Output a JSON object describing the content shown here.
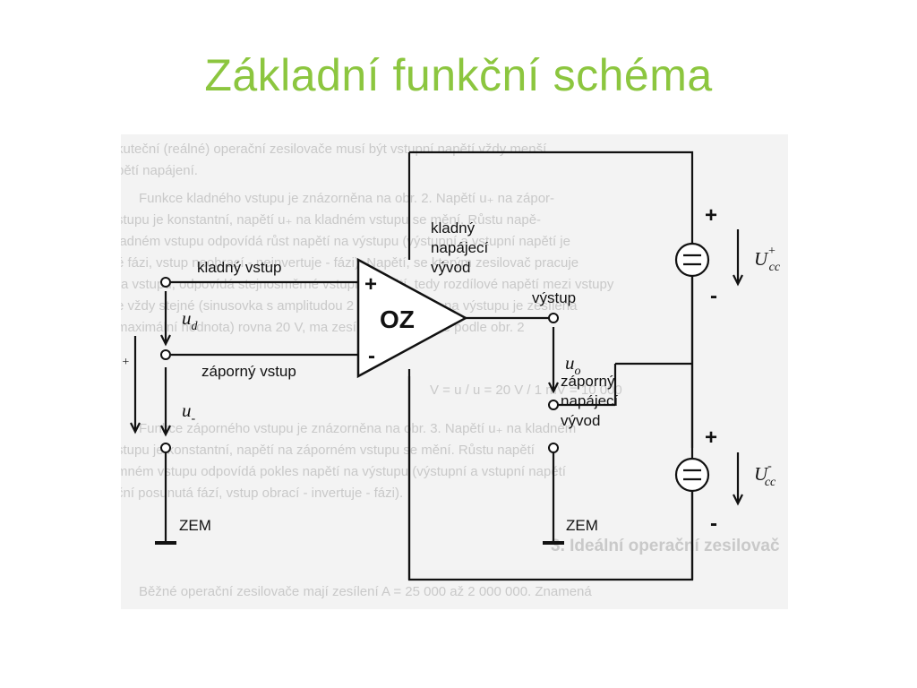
{
  "slide": {
    "title": "Základní funkční schéma"
  },
  "diagram": {
    "opamp_label": "OZ",
    "plus_input_sign": "+",
    "minus_input_sign": "-",
    "positive_input_label": "kladný vstup",
    "negative_input_label": "záporný vstup",
    "output_label": "výstup",
    "positive_supply_lines": [
      "kladný",
      "napájecí",
      "vývod"
    ],
    "negative_supply_lines": [
      "záporný",
      "napájecí",
      "vývod"
    ],
    "ground_left_label": "ZEM",
    "ground_right_label": "ZEM",
    "u_d": {
      "main": "u",
      "sub": "d"
    },
    "u_plus": {
      "main": "u",
      "sub": "+"
    },
    "u_minus": {
      "main": "u",
      "sub": "-"
    },
    "u_o": {
      "main": "u",
      "sub": "o"
    },
    "ucc_plus": {
      "main": "U",
      "sub": "cc",
      "sup": "+"
    },
    "ucc_minus": {
      "main": "U",
      "sub": "cc",
      "sup": "-"
    },
    "source_top_plus": "+",
    "source_top_minus": "-",
    "source_bottom_plus": "+",
    "source_bottom_minus": "-"
  },
  "background_text": {
    "lines": [
      "kuteční (reálné) operační zesilovače musí být vstupní napětí vždy menší",
      "pětí napájení.",
      "Funkce kladného vstupu je znázorněna na obr. 2. Napětí u₊ na zápor-",
      "stupu je konstantní, napětí u₊ na kladném vstupu se mění. Růstu napě-",
      "ladném vstupu odpovídá růst napětí na výstupu (výstupní a vstupní napětí je",
      "é fázi, vstup neobrací - neinvertuje - fázi). Napětí, se kterým zesilovač pracuje",
      "ra vstupu, odpovídá stejnosměrné vstupní napětí, tedy rozdílové napětí mezi vstupy",
      "e vždy stejné (sinusovka s amplitudou 2 mV). Hodnota na výstupu je zesílena",
      "maximální hodnota) rovna 20 V, ma zesílení vypočítáme podle obr. 2",
      "V = u  / u  = 20 V / 1 mV = 10 000",
      "Funkce záporného vstupu je znázorněna na obr. 3. Napětí u₊ na kladném",
      "stupu je konstantní, napětí na záporném vstupu se mění. Růstu napětí",
      "mném vstupu odpovídá pokles napětí na výstupu (výstupní a vstupní napětí",
      "ční posunutá fází, vstup obrací - invertuje - fázi).",
      "3.  Ideální operační zesilovač",
      "Běžné operační zesilovače mají zesílení A = 25 000 až 2 000 000. Znamená"
    ]
  }
}
